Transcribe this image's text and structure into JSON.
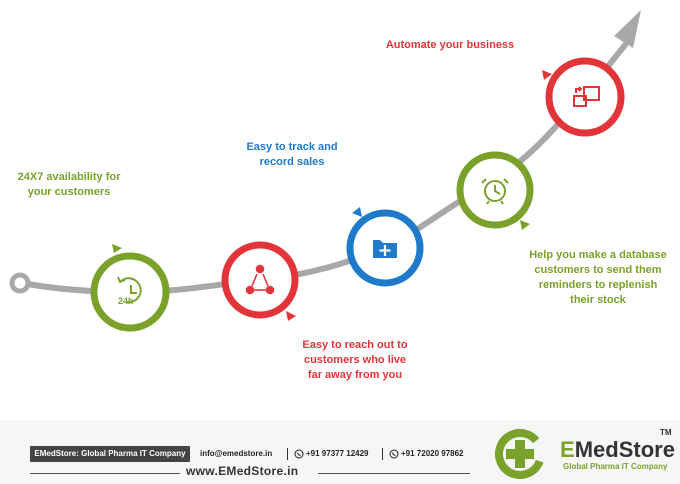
{
  "steps": [
    {
      "id": "availability",
      "lines": [
        "24X7 availability for",
        "your customers"
      ],
      "color": "#7aa22b",
      "icon": "clock-24h-icon",
      "icon_text": "24h"
    },
    {
      "id": "reach",
      "lines": [
        "Easy to reach out to",
        "customers who live",
        "far away from you"
      ],
      "color": "#e2353a",
      "icon": "people-network-icon"
    },
    {
      "id": "track",
      "lines": [
        "Easy to track and",
        "record sales"
      ],
      "color": "#1f7ac9",
      "icon": "folder-add-icon"
    },
    {
      "id": "reminders",
      "lines": [
        "Help you make a database",
        "customers to send them",
        "reminders to replenish",
        "their stock"
      ],
      "color": "#7aa22b",
      "icon": "alarm-clock-icon"
    },
    {
      "id": "automate",
      "lines": [
        "Automate your business"
      ],
      "color": "#e2353a",
      "icon": "automation-icon"
    }
  ],
  "footer": {
    "tagline": "EMedStore: Global Pharma IT Company",
    "email": "info@emedstore.in",
    "phone1": "+91 97377 12429",
    "phone2": "+91 72020 97862",
    "website": "www.EMedStore.in",
    "brand_prefix": "E",
    "brand_rest": "MedStore",
    "brand_tagline": "Global Pharma IT Company",
    "trademark": "TM"
  },
  "colors": {
    "green": "#7aa22b",
    "blue": "#1f7ac9",
    "red": "#e2353a",
    "path": "#a8a8a8"
  }
}
